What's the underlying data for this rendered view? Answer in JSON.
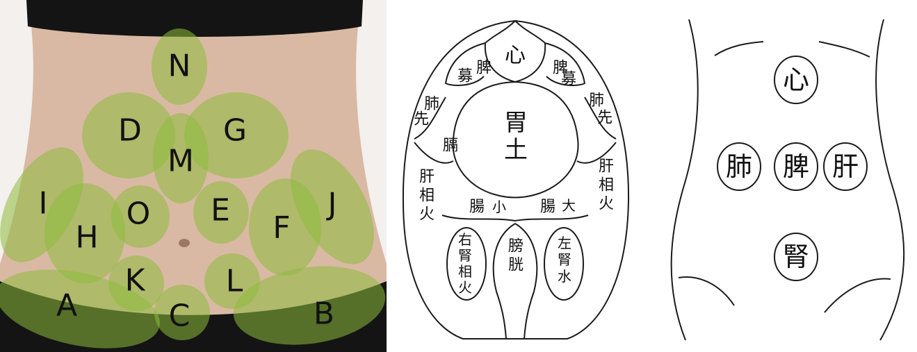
{
  "panel_a": {
    "zones": [
      {
        "label": "N"
      },
      {
        "label": "D"
      },
      {
        "label": "G"
      },
      {
        "label": "M"
      },
      {
        "label": "I"
      },
      {
        "label": "J"
      },
      {
        "label": "O"
      },
      {
        "label": "E"
      },
      {
        "label": "H"
      },
      {
        "label": "F"
      },
      {
        "label": "K"
      },
      {
        "label": "L"
      },
      {
        "label": "A"
      },
      {
        "label": "C"
      },
      {
        "label": "B"
      }
    ],
    "zone_color": "#8dbb3a",
    "skin_color": "#d9b9a4",
    "garment_color": "#141414"
  },
  "panel_b": {
    "organs": [
      {
        "text": "心"
      },
      {
        "text": "脾"
      },
      {
        "text": "募"
      },
      {
        "text": "脾"
      },
      {
        "text": "募"
      },
      {
        "text": "肺"
      },
      {
        "text": "先"
      },
      {
        "text": "肺"
      },
      {
        "text": "先"
      },
      {
        "text": "胃"
      },
      {
        "text": "土"
      },
      {
        "text": "膈"
      },
      {
        "text": "肝"
      },
      {
        "text": "相"
      },
      {
        "text": "火"
      },
      {
        "text": "肝"
      },
      {
        "text": "相"
      },
      {
        "text": "火"
      },
      {
        "text": "腸"
      },
      {
        "text": "小"
      },
      {
        "text": "腸"
      },
      {
        "text": "大"
      },
      {
        "text": "右"
      },
      {
        "text": "腎"
      },
      {
        "text": "相"
      },
      {
        "text": "火"
      },
      {
        "text": "膀"
      },
      {
        "text": "胱"
      },
      {
        "text": "左"
      },
      {
        "text": "腎"
      },
      {
        "text": "水"
      }
    ]
  },
  "panel_c": {
    "organs": [
      {
        "text": "心"
      },
      {
        "text": "肺"
      },
      {
        "text": "脾"
      },
      {
        "text": "肝"
      },
      {
        "text": "腎"
      }
    ]
  }
}
